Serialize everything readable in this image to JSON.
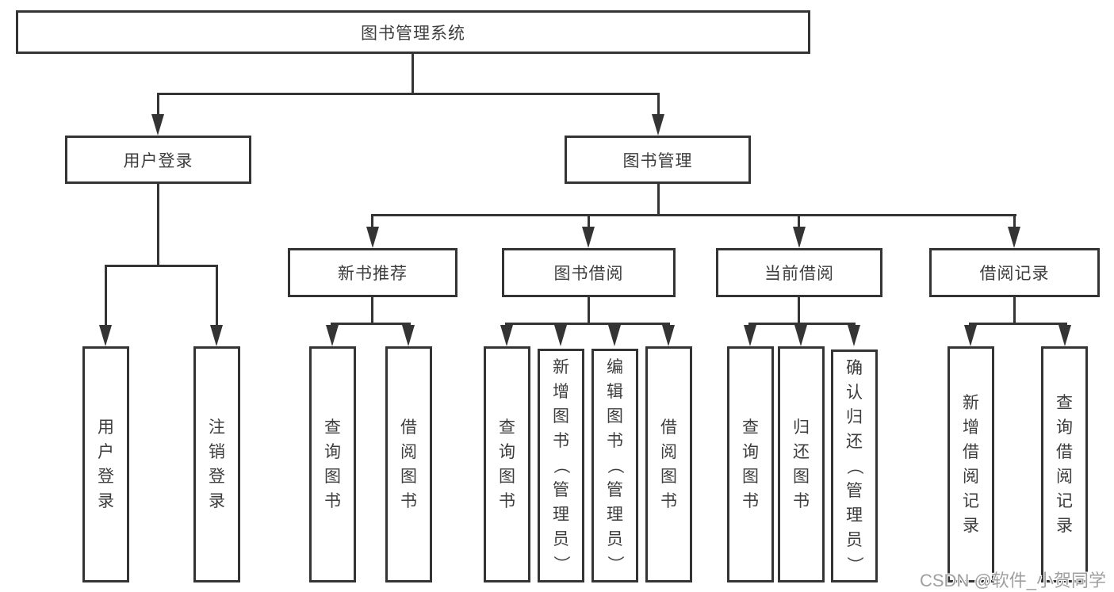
{
  "diagram": {
    "root": {
      "label": "图书管理系统"
    },
    "branches": [
      {
        "label": "用户登录",
        "children": [
          {
            "label": "用户登录"
          },
          {
            "label": "注销登录"
          }
        ]
      },
      {
        "label": "图书管理",
        "children": [
          {
            "label": "新书推荐",
            "children": [
              {
                "label": "查询图书"
              },
              {
                "label": "借阅图书"
              }
            ]
          },
          {
            "label": "图书借阅",
            "children": [
              {
                "label": "查询图书"
              },
              {
                "label": "新增图书（管理员）"
              },
              {
                "label": "编辑图书（管理员）"
              },
              {
                "label": "借阅图书"
              }
            ]
          },
          {
            "label": "当前借阅",
            "children": [
              {
                "label": "查询图书"
              },
              {
                "label": "归还图书"
              },
              {
                "label": "确认归还（管理员）"
              }
            ]
          },
          {
            "label": "借阅记录",
            "children": [
              {
                "label": "新增借阅记录"
              },
              {
                "label": "查询借阅记录"
              }
            ]
          }
        ]
      }
    ]
  },
  "watermark": {
    "text": "CSDN @软件_小贺同学"
  },
  "colors": {
    "line": "#343434",
    "text": "#3d3d3d",
    "watermark": "#9f9f9f",
    "background": "#ffffff"
  }
}
